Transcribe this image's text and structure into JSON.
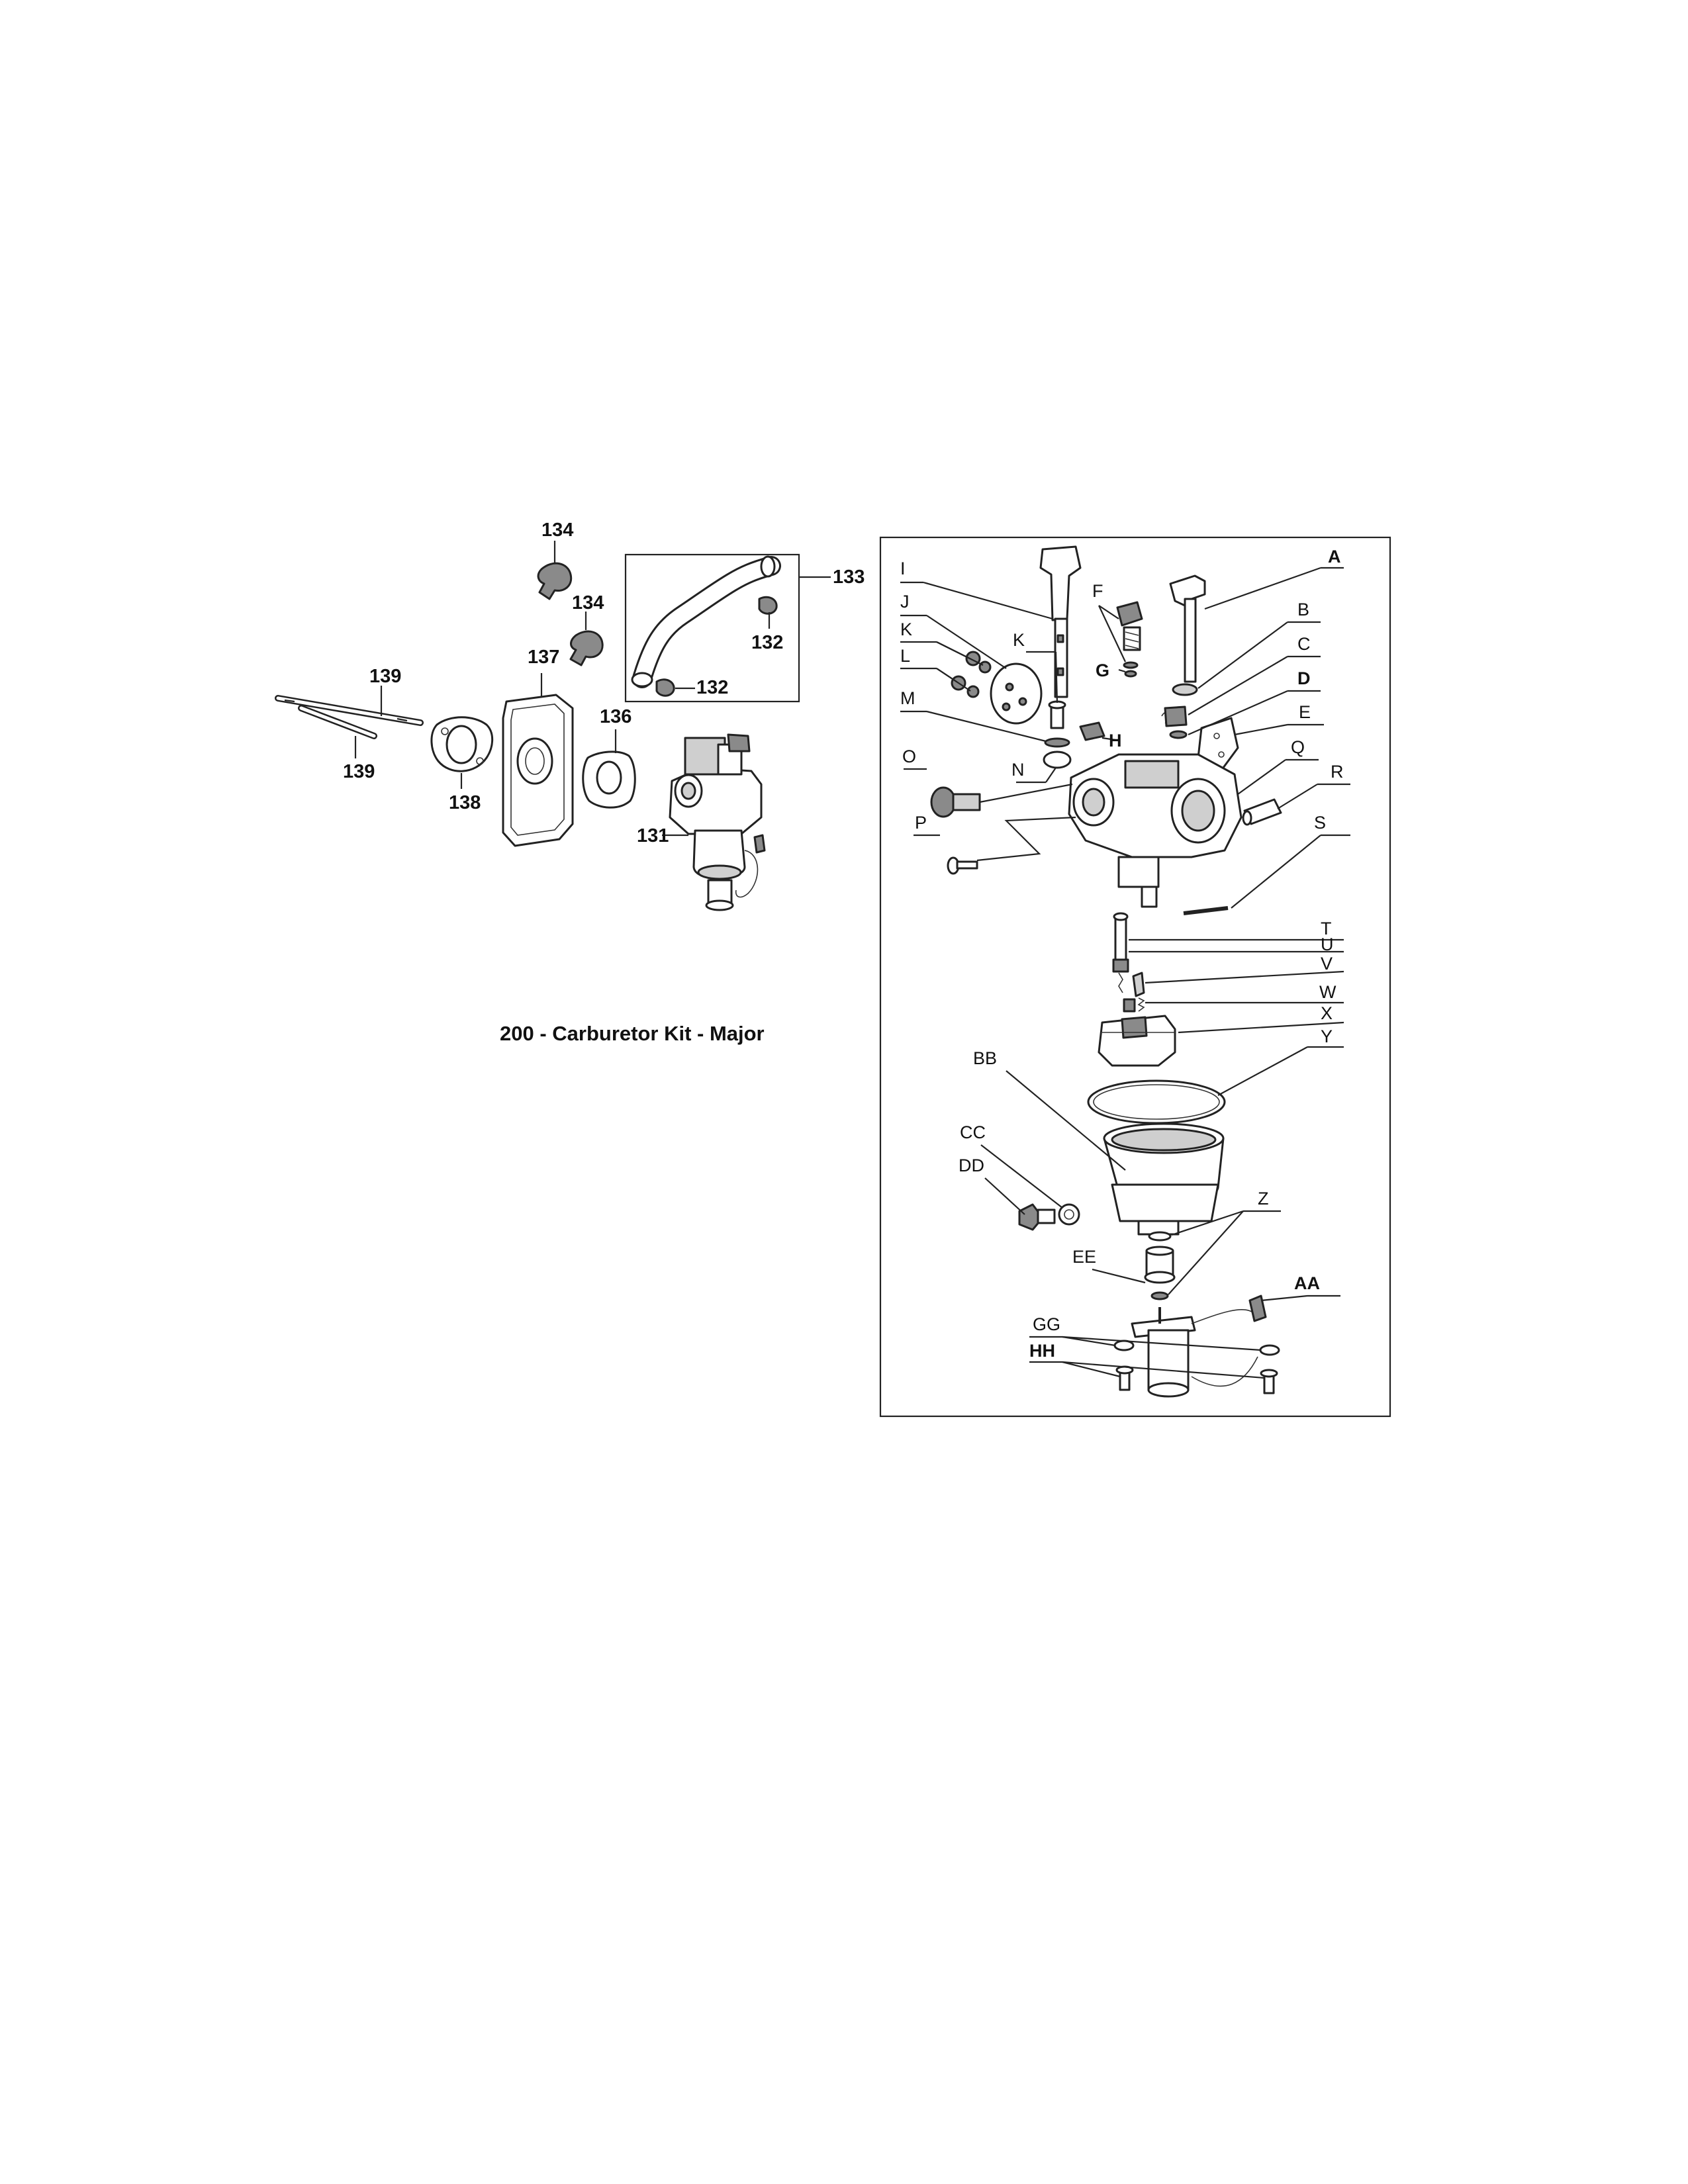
{
  "caption": "200 - Carburetor Kit - Major",
  "callouts": {
    "c131": "131",
    "c132a": "132",
    "c132b": "132",
    "c133": "133",
    "c134a": "134",
    "c134b": "134",
    "c136": "136",
    "c137": "137",
    "c138": "138",
    "c139a": "139",
    "c139b": "139"
  },
  "letters": {
    "A": "A",
    "B": "B",
    "C": "C",
    "D": "D",
    "E": "E",
    "F": "F",
    "G": "G",
    "H": "H",
    "I": "I",
    "J": "J",
    "K1": "K",
    "K2": "K",
    "L": "L",
    "M": "M",
    "N": "N",
    "O": "O",
    "P": "P",
    "Q": "Q",
    "R": "R",
    "S": "S",
    "T": "T",
    "U": "U",
    "V": "V",
    "W": "W",
    "X": "X",
    "Y": "Y",
    "Z": "Z",
    "AA": "AA",
    "BB": "BB",
    "CC": "CC",
    "DD": "DD",
    "EE": "EE",
    "GG": "GG",
    "HH": "HH"
  }
}
